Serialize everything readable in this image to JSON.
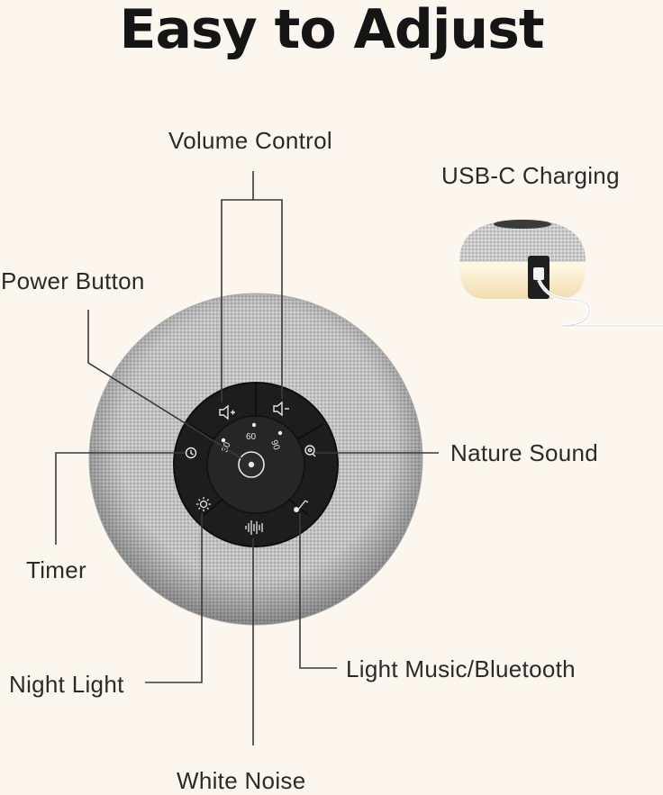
{
  "title": "Easy to Adjust",
  "labels": {
    "volume_control": "Volume Control",
    "usb_c_charging": "USB-C Charging",
    "power_button": "Power Button",
    "nature_sound": "Nature Sound",
    "timer": "Timer",
    "night_light": "Night Light",
    "light_music_bluetooth": "Light Music/Bluetooth",
    "white_noise": "White Noise"
  },
  "timer_marks": [
    "30",
    "60",
    "90"
  ],
  "icons": [
    "volume-up-icon",
    "volume-down-icon",
    "clock-icon",
    "nature-sound-icon",
    "sun-icon",
    "waveform-icon",
    "music-note-icon",
    "power-icon"
  ],
  "colors": {
    "background": "#fbf7ee",
    "fabric": "#c9c9c9",
    "control_panel": "#1c1c1c",
    "leader_line": "#3a3a3a"
  }
}
